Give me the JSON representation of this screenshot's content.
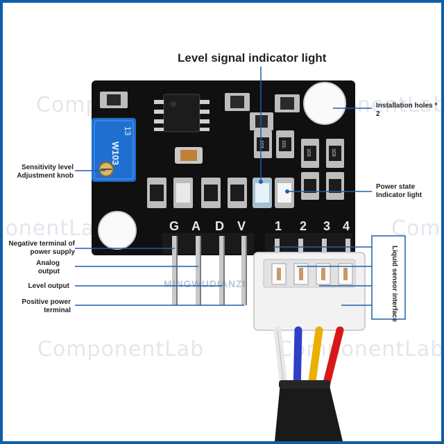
{
  "watermarks": {
    "w1": "ComponentLab",
    "w2": "ComponentLab",
    "w3": "ComponentLab",
    "w4": "ComponentLab",
    "w5": "ComponentLab",
    "w6": "ComponentLab"
  },
  "title": "Level signal indicator light",
  "labels": {
    "installation_holes": "Installation holes * 2",
    "sensitivity": "Sensitivity level Adjustment knob",
    "power_state": "Power state Indicator light",
    "negative_terminal": "Negative terminal of power supply",
    "analog_output": "Analog output",
    "level_output": "Level output",
    "positive_terminal": "Positive power terminal",
    "liquid_interface": "Liquid sensor interface"
  },
  "pcb": {
    "pin_labels": [
      "G",
      "A",
      "D",
      "V"
    ],
    "connector_numbers": [
      "1",
      "2",
      "3",
      "4"
    ],
    "pot_text": "W103",
    "pot_number": "13",
    "resistor_codes": [
      "103",
      "101",
      "103",
      "103"
    ],
    "brand_text": "MINGWUDIANZI"
  },
  "colors": {
    "pcb": "#101010",
    "pot": "#1f6fd1",
    "lines": "#1d5fa8",
    "frame": "#0d5fa8",
    "wires": [
      "#e8e8e8",
      "#2f3fc8",
      "#e8b000",
      "#d81818"
    ]
  }
}
